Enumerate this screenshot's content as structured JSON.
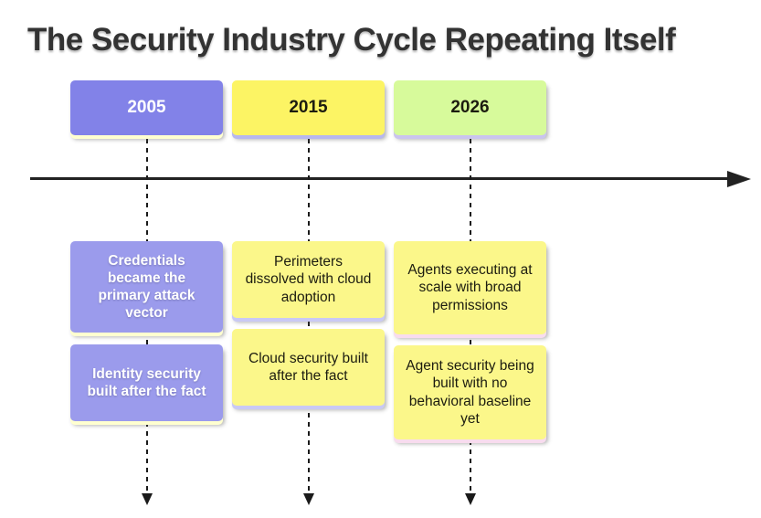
{
  "title": "The Security Industry Cycle Repeating Itself",
  "colors": {
    "title_text": "#333333",
    "timeline_arrow": "#222222",
    "connector": "#1a1a1a"
  },
  "timeline": {
    "columns": [
      {
        "year": "2005",
        "colors": {
          "year_fill": "#8282e8",
          "year_text": "#ffffff",
          "event_fill": "#9b9bec",
          "event_text": "#ffffff",
          "strip_year": "#ffffd0",
          "strip_event": "#ffffd0"
        },
        "events": [
          "Credentials became the primary attack vector",
          "Identity security built after the fact"
        ]
      },
      {
        "year": "2015",
        "colors": {
          "year_fill": "#fcf464",
          "year_text": "#1c1c10",
          "event_fill": "#fbf78a",
          "event_text": "#1c1c10",
          "strip_year": "#b7b7ee",
          "strip_event": "#c9c9f4"
        },
        "events": [
          "Perimeters dissolved with cloud adoption",
          "Cloud security built after the fact"
        ]
      },
      {
        "year": "2026",
        "colors": {
          "year_fill": "#d7fa9b",
          "year_text": "#1c1c10",
          "event_fill": "#fbf78a",
          "event_text": "#1c1c10",
          "strip_year": "#cac4ee",
          "strip_event": "#f8dcee"
        },
        "events": [
          "Agents executing at scale with broad permissions",
          "Agent security being built with no behavioral baseline yet"
        ]
      }
    ]
  }
}
